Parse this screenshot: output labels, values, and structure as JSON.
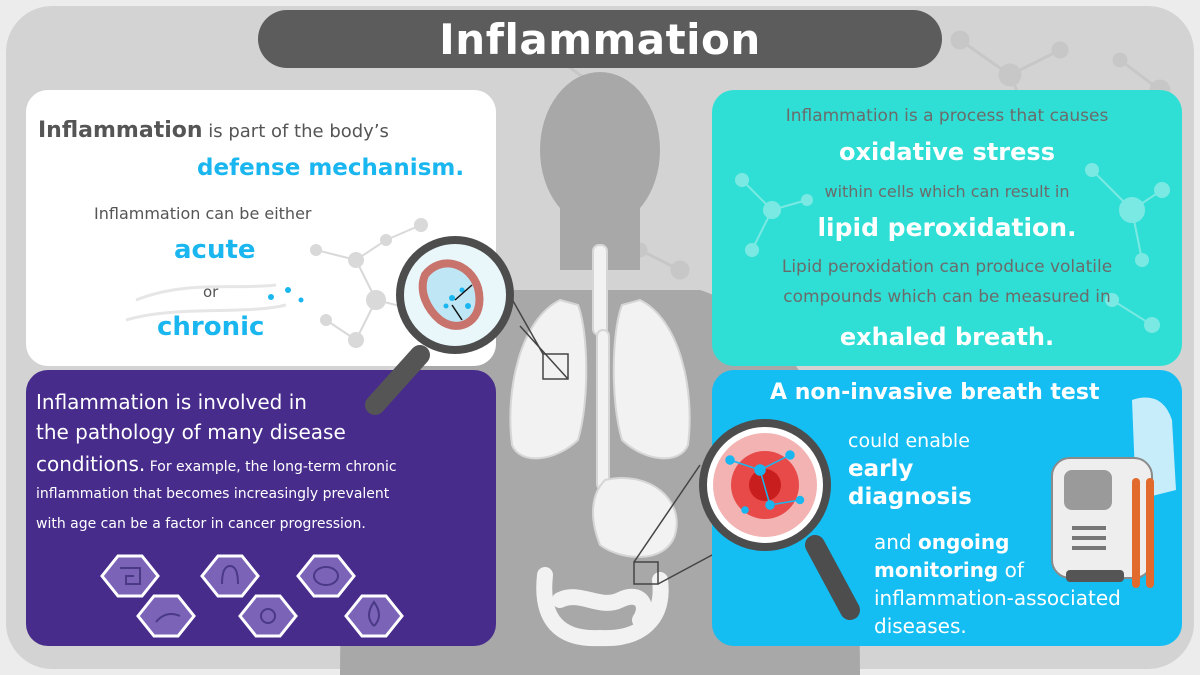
{
  "title": "Inflammation",
  "panel_defense": {
    "lead_bold": "Inflammation",
    "lead_rest": " is part of the body’s",
    "highlight": "defense mechanism.",
    "either_text": "Inflammation can be either",
    "acute": "acute",
    "or": "or",
    "chronic": "chronic"
  },
  "panel_oxidative": {
    "line1": "Inflammation is a process that causes",
    "line2": "oxidative stress",
    "line3": "within cells which can result in",
    "line4": "lipid peroxidation.",
    "line5": "Lipid peroxidation can produce volatile",
    "line6": "compounds which can be measured in",
    "line7": "exhaled breath."
  },
  "panel_disease": {
    "line1": "Inflammation is involved in",
    "line2": "the pathology of many disease",
    "line3_big": "conditions.",
    "line3_small": " For example, the long-term chronic",
    "line4": "inflammation that becomes increasingly prevalent",
    "line5": "with age can be a factor in cancer progression."
  },
  "panel_breath": {
    "heading_a": "A",
    "heading_rest": " non-invasive breath test",
    "could": "could enable",
    "early": "early",
    "diagnosis": "diagnosis",
    "and": "and ",
    "ongoing": "ongoing",
    "monitoring": "monitoring",
    "of": " of",
    "assoc": "inflammation-associated",
    "diseases": "diseases."
  },
  "colors": {
    "title_bar": "#5c5c5c",
    "accent_blue": "#1ab6ef",
    "text_gray": "#555555",
    "teal_panel": "#2fdfd5",
    "purple_panel": "#472c8c",
    "blue_panel": "#14bdf2",
    "body_silhouette": "#a8a8a8"
  },
  "icons": [
    "intestine-icon",
    "hand-joint-icon",
    "lungs-icon",
    "gears-icon",
    "brain-icon",
    "flame-icon",
    "breath-analyzer-device-icon"
  ]
}
